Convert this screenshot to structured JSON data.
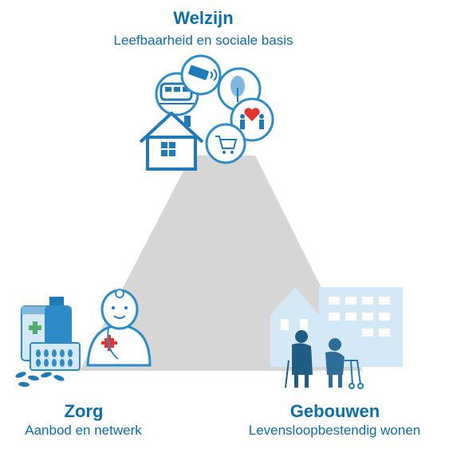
{
  "colors": {
    "accent": "#0a6fa8",
    "triangle": "#d6d6d6",
    "light_blue": "#d5e8f5",
    "mid_blue": "#2d8cc8",
    "dark_blue": "#1f5d85",
    "red": "#e2342f"
  },
  "welzijn": {
    "title": "Welzijn",
    "subtitle": "Leefbaarheid en sociale basis",
    "icons": [
      "house-icon",
      "train-icon",
      "camera-icon",
      "tree-icon",
      "people-heart-icon",
      "shopping-cart-icon"
    ]
  },
  "zorg": {
    "title": "Zorg",
    "subtitle": "Aanbod en netwerk",
    "icons": [
      "medicine-box-icon",
      "medicine-bottle-icon",
      "pills-icon",
      "doctor-icon"
    ]
  },
  "gebouwen": {
    "title": "Gebouwen",
    "subtitle": "Levensloopbestendig wonen",
    "icons": [
      "buildings-icon",
      "elderly-couple-icon"
    ]
  }
}
